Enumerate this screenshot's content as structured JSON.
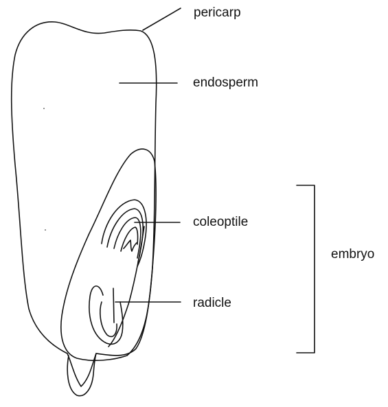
{
  "labels": {
    "pericarp": "pericarp",
    "endosperm": "endosperm",
    "coleoptile": "coleoptile",
    "radicle": "radicle",
    "embryo": "embryo"
  }
}
